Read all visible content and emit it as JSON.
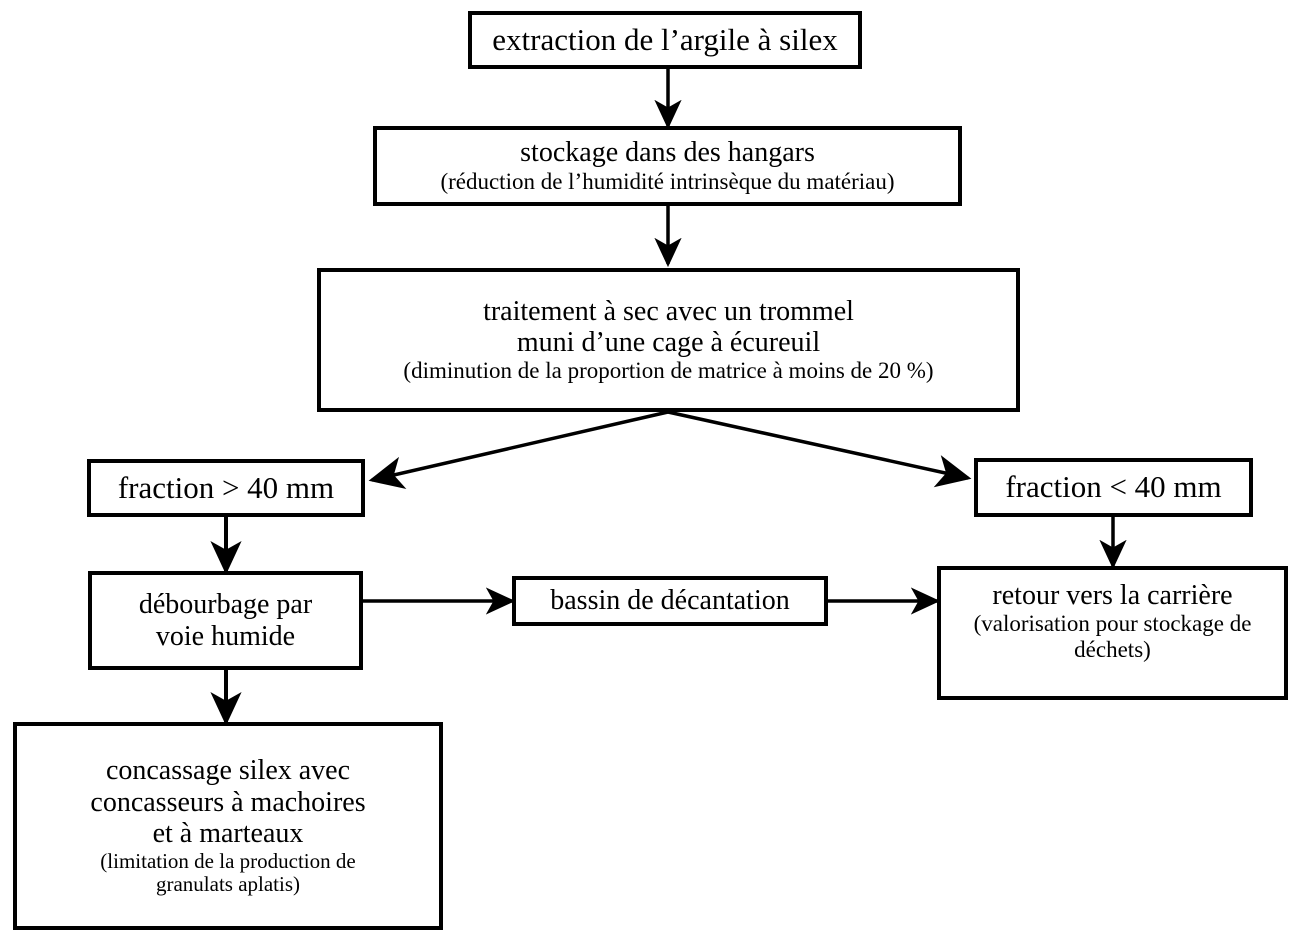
{
  "diagram": {
    "title_absent": true,
    "language": "fr",
    "stroke_color": "#000000",
    "fill_color": "#ffffff",
    "nodes": [
      {
        "id": "extraction",
        "lines": [
          "extraction de l’argile à silex"
        ]
      },
      {
        "id": "stockage",
        "lines": [
          "stockage dans des hangars",
          "(réduction de l’humidité intrinsèque du matériau)"
        ]
      },
      {
        "id": "traitement",
        "lines": [
          "traitement à sec avec un trommel",
          "muni d’une cage à écureuil",
          "(diminution de la proportion de matrice à moins de 20 %)"
        ]
      },
      {
        "id": "fraction-sup",
        "lines": [
          "fraction  >  40 mm"
        ]
      },
      {
        "id": "fraction-inf",
        "lines": [
          "fraction  <  40 mm"
        ]
      },
      {
        "id": "debourbage",
        "lines": [
          "débourbage par",
          "voie humide"
        ]
      },
      {
        "id": "bassin",
        "lines": [
          "bassin de décantation"
        ]
      },
      {
        "id": "retour",
        "lines": [
          "retour vers la carrière",
          "(valorisation pour stockage de",
          "déchets)"
        ]
      },
      {
        "id": "concassage",
        "lines": [
          "concassage silex avec",
          "concasseurs à machoires",
          "et à marteaux",
          "(limitation de la production de",
          "granulats aplatis)"
        ]
      }
    ],
    "edges": [
      {
        "from": "extraction",
        "to": "stockage",
        "kind": "vertical-arrow"
      },
      {
        "from": "stockage",
        "to": "traitement",
        "kind": "vertical-arrow"
      },
      {
        "from": "traitement",
        "to": "fraction-sup",
        "kind": "diagonal-arrow"
      },
      {
        "from": "traitement",
        "to": "fraction-inf",
        "kind": "diagonal-arrow"
      },
      {
        "from": "fraction-sup",
        "to": "debourbage",
        "kind": "vertical-arrow"
      },
      {
        "from": "fraction-inf",
        "to": "retour",
        "kind": "vertical-arrow"
      },
      {
        "from": "debourbage",
        "to": "bassin",
        "kind": "horizontal-arrow"
      },
      {
        "from": "bassin",
        "to": "retour",
        "kind": "horizontal-arrow"
      },
      {
        "from": "debourbage",
        "to": "concassage",
        "kind": "vertical-arrow"
      }
    ]
  }
}
